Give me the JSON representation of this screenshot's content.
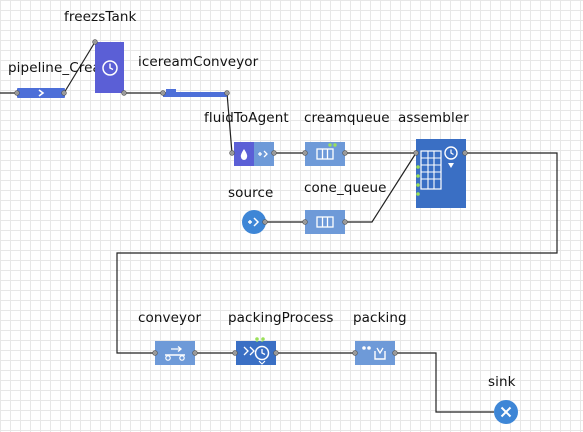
{
  "diagram": {
    "blocks": [
      {
        "id": "pipeline",
        "label": "pipeline_Cream",
        "icon": "chevron-right-icon"
      },
      {
        "id": "freezsTank",
        "label": "freezsTank",
        "icon": "clock-icon"
      },
      {
        "id": "icecreamConveyor",
        "label": "icereamConveyor",
        "icon": "conveyor-bar-icon"
      },
      {
        "id": "fluidToAgent",
        "label": "fluidToAgent",
        "icon": "drop-to-agent-icon"
      },
      {
        "id": "creamqueue",
        "label": "creamqueue",
        "icon": "queue-icon"
      },
      {
        "id": "assembler",
        "label": "assembler",
        "icon": "assembler-clock-icon"
      },
      {
        "id": "source",
        "label": "source",
        "icon": "source-icon"
      },
      {
        "id": "cone_queue",
        "label": "cone_queue",
        "icon": "queue-icon"
      },
      {
        "id": "conveyor",
        "label": "conveyor",
        "icon": "conveyor-cart-icon"
      },
      {
        "id": "packingProcess",
        "label": "packingProcess",
        "icon": "delay-clock-icon"
      },
      {
        "id": "packing",
        "label": "packing",
        "icon": "batch-icon"
      },
      {
        "id": "sink",
        "label": "sink",
        "icon": "sink-x-icon"
      }
    ],
    "connections": [
      [
        "pipeline",
        "freezsTank"
      ],
      [
        "freezsTank",
        "icecreamConveyor"
      ],
      [
        "icecreamConveyor",
        "fluidToAgent"
      ],
      [
        "fluidToAgent",
        "creamqueue"
      ],
      [
        "creamqueue",
        "assembler"
      ],
      [
        "source",
        "cone_queue"
      ],
      [
        "cone_queue",
        "assembler"
      ],
      [
        "assembler",
        "conveyor"
      ],
      [
        "conveyor",
        "packingProcess"
      ],
      [
        "packingProcess",
        "packing"
      ],
      [
        "packing",
        "sink"
      ]
    ],
    "colors": {
      "block_light": "#6e9ad8",
      "block_dark": "#3a6fc4",
      "tank_purple": "#5b5fd6",
      "indicator_green": "#9be05a",
      "port": "#8a8a8a",
      "line": "#222222"
    }
  }
}
